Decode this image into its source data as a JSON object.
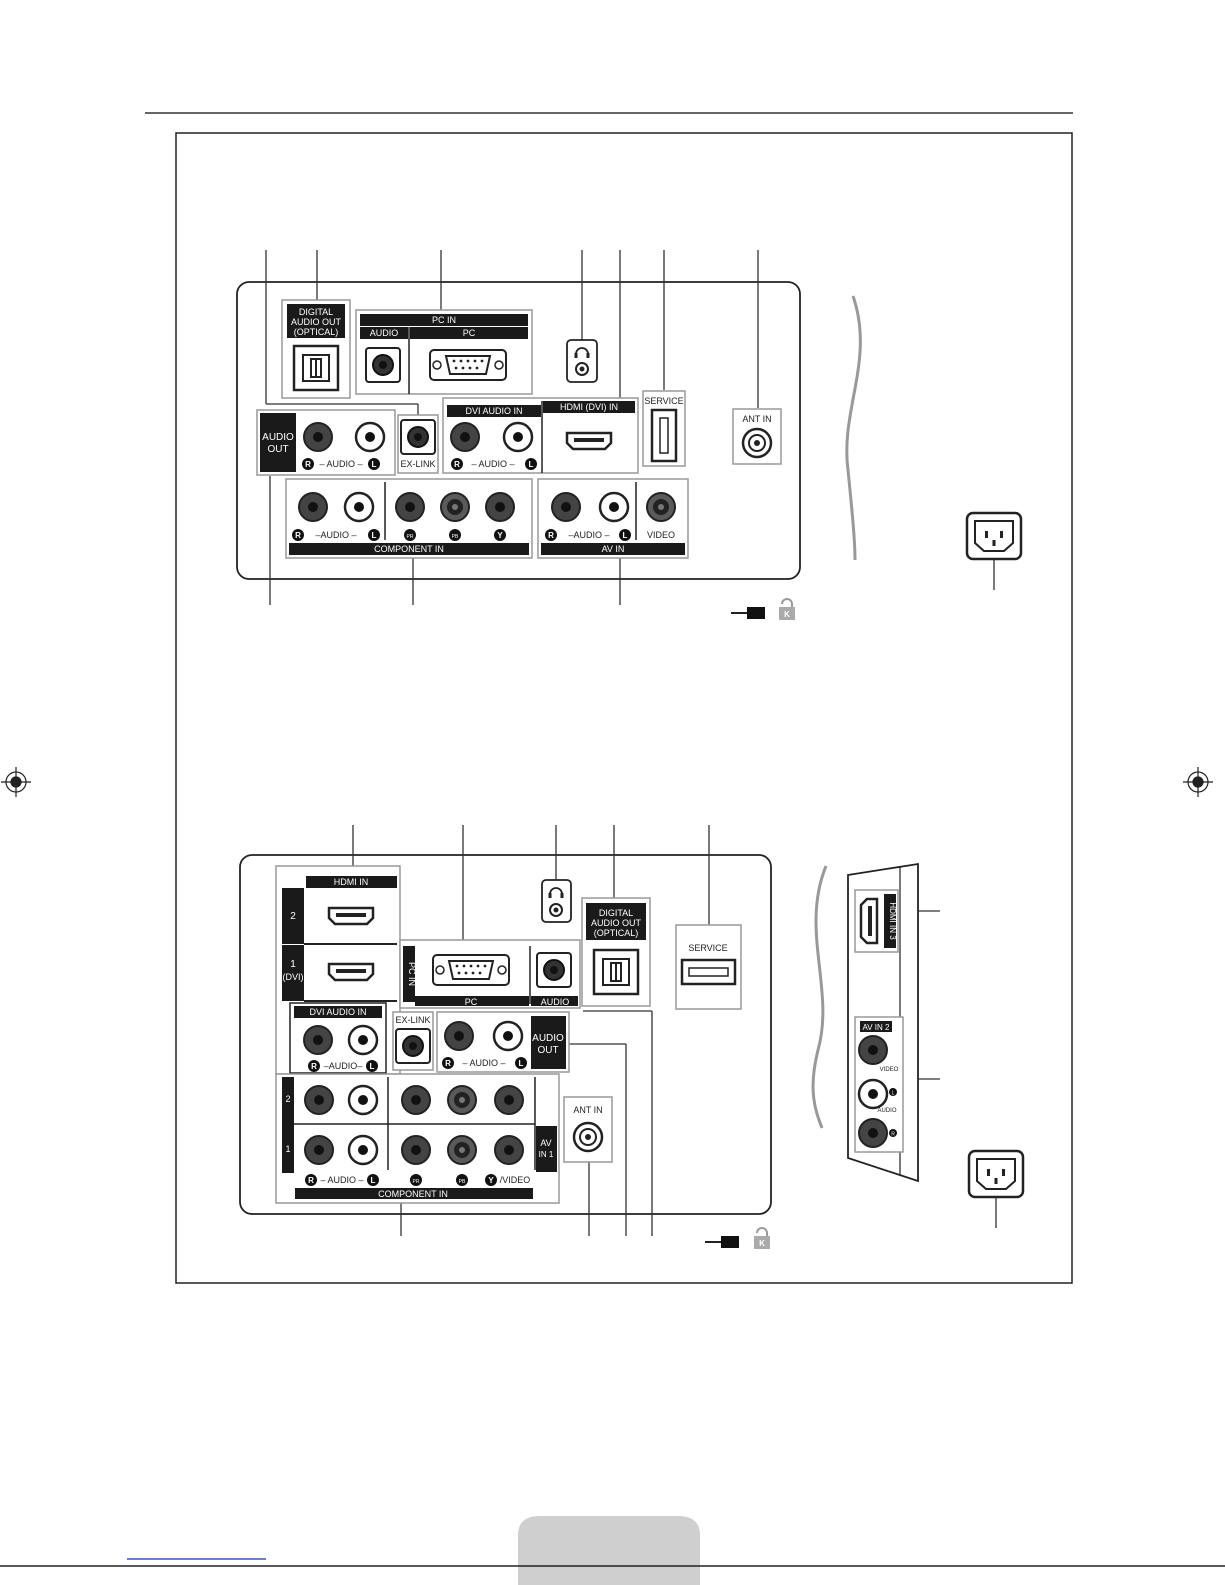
{
  "top_panel": {
    "digital_audio_out": [
      "DIGITAL",
      "AUDIO OUT",
      "(OPTICAL)"
    ],
    "pc_in": {
      "title": "PC IN",
      "audio": "AUDIO",
      "pc": "PC"
    },
    "audio_out": [
      "AUDIO",
      "OUT"
    ],
    "audio_out_channels": {
      "r": "R",
      "audio": "–  AUDIO  –",
      "l": "L"
    },
    "ex_link": "EX-LINK",
    "dvi_audio_in": "DVI AUDIO IN",
    "dvi_channels": {
      "r": "R",
      "audio": "–  AUDIO  –",
      "l": "L"
    },
    "hdmi_dvi_in": "HDMI (DVI) IN",
    "service": "SERVICE",
    "ant_in": "ANT IN",
    "component": {
      "audio": "–AUDIO –",
      "r": "R",
      "l": "L",
      "pr": "PR",
      "pb": "PB",
      "y": "Y",
      "title": "COMPONENT IN"
    },
    "av_in": {
      "audio": "–AUDIO –",
      "r": "R",
      "l": "L",
      "video": "VIDEO",
      "title": "AV IN"
    },
    "kensington_k": "K"
  },
  "bottom_panel": {
    "hdmi_in": "HDMI IN",
    "hdmi_2": "2",
    "hdmi_1": [
      "1",
      "(DVI)"
    ],
    "pc_in_vertical": "PC IN",
    "pc": "PC",
    "audio": "AUDIO",
    "digital_audio_out": [
      "DIGITAL",
      "AUDIO OUT",
      "(OPTICAL)"
    ],
    "service": "SERVICE",
    "dvi_audio_in": "DVI AUDIO IN",
    "dvi_channels": {
      "r": "R",
      "audio": "–AUDIO–",
      "l": "L"
    },
    "ex_link": "EX-LINK",
    "audio_out": [
      "AUDIO",
      "OUT"
    ],
    "audio_out_channels": {
      "r": "R",
      "audio": "–  AUDIO  –",
      "l": "L"
    },
    "ant_in": "ANT IN",
    "row_2": "2",
    "row_1": "1",
    "av_in_1": [
      "AV",
      "IN 1"
    ],
    "component": {
      "audio": "– AUDIO –",
      "r": "R",
      "l": "L",
      "pr": "PR",
      "pb": "PB",
      "y": "Y",
      "video": "/VIDEO",
      "title": "COMPONENT IN"
    },
    "kensington_k": "K"
  },
  "side_panel": {
    "hdmi_in_3": "HDMI IN 3",
    "av_in_2": "AV IN 2",
    "video": "VIDEO",
    "l": "L",
    "audio": "AUDIO",
    "r": "R"
  }
}
